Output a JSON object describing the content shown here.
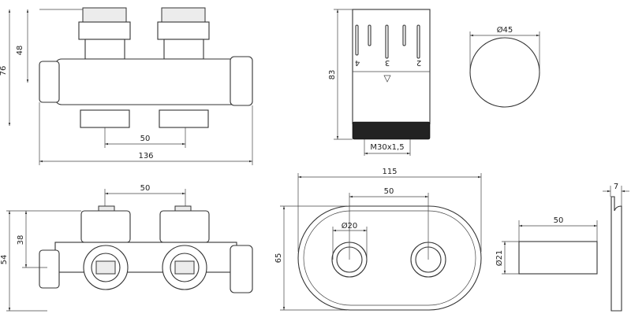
{
  "valve_front": {
    "dim_height_inner": "48",
    "dim_height_total": "76",
    "dim_spacing": "50",
    "dim_width": "136"
  },
  "thermostat": {
    "dim_height": "83",
    "thread": "M30x1,5",
    "scale_marks": [
      "4",
      "3",
      "2"
    ]
  },
  "knob_top": {
    "dim_diameter": "Ø45"
  },
  "valve_top": {
    "dim_spacing": "50",
    "dim_height_total": "54",
    "dim_height_inner": "38"
  },
  "rosette": {
    "dim_width": "115",
    "dim_spacing": "50",
    "dim_height": "65",
    "dim_hole": "Ø20"
  },
  "pipe_sleeve": {
    "dim_length": "50",
    "dim_diameter": "Ø21"
  },
  "plate_side": {
    "dim_thickness": "7"
  }
}
